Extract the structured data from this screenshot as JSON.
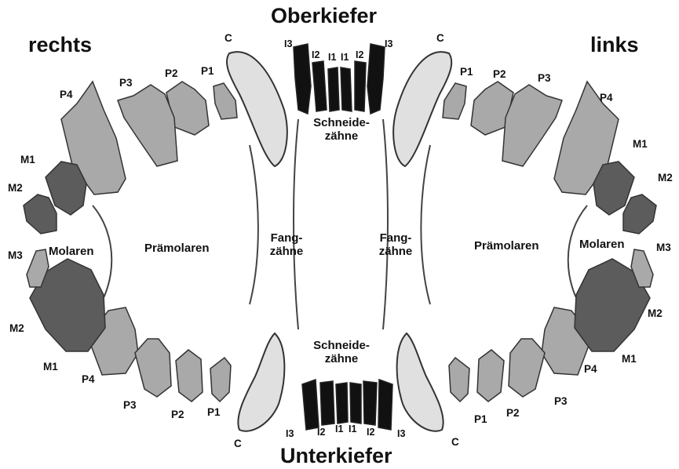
{
  "jaw": {
    "upper": "Oberkiefer",
    "lower": "Unterkiefer"
  },
  "side": {
    "right": "rechts",
    "left": "links"
  },
  "groups": {
    "incisors": [
      "Schneide-",
      "zähne"
    ],
    "canines": [
      "Fang-",
      "zähne"
    ],
    "premolars": "Prämolaren",
    "molars": "Molaren"
  },
  "teeth": {
    "c": "C",
    "p1": "P1",
    "p2": "P2",
    "p3": "P3",
    "p4": "P4",
    "m1": "M1",
    "m2": "M2",
    "m3": "M3",
    "i1": "I1",
    "i2": "I2",
    "i3": "I3"
  },
  "colors": {
    "incisor": "#111111",
    "canine": "#e0e0e0",
    "premolar": "#a9a9a9",
    "molar": "#5c5c5c",
    "outline": "#333333"
  }
}
